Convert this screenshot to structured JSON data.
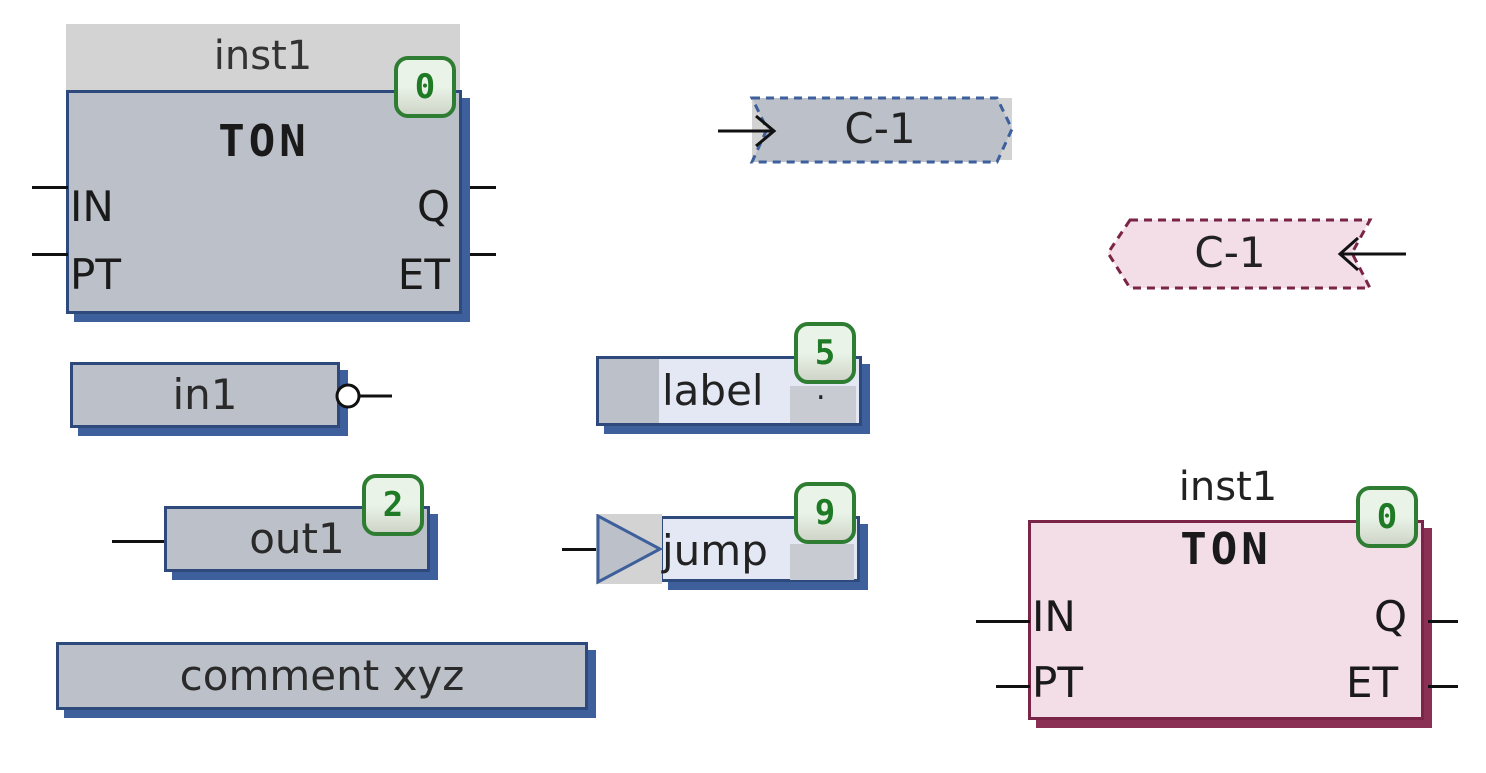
{
  "blocks": {
    "ton_blue": {
      "instance": "inst1",
      "type": "TON",
      "badge": "0",
      "inputs": [
        "IN",
        "PT"
      ],
      "outputs": [
        "Q",
        "ET"
      ]
    },
    "ton_pink": {
      "instance": "inst1",
      "type": "TON",
      "badge": "0",
      "inputs": [
        "IN",
        "PT"
      ],
      "outputs": [
        "Q",
        "ET"
      ]
    }
  },
  "connectors": {
    "continuation": "C-1",
    "connector": "C-1"
  },
  "variables": {
    "input": "in1",
    "output": "out1",
    "output_badge": "2"
  },
  "label_block": {
    "text": "label",
    "badge": "5",
    "marker": "."
  },
  "jump_block": {
    "text": "jump",
    "badge": "9"
  },
  "comment": {
    "text": "comment xyz"
  },
  "colors": {
    "blue_fill": "#bcc0c9",
    "blue_border": "#2e4a7c",
    "pink_fill": "#f3dde6",
    "pink_border": "#7a2447",
    "badge_green": "#2e7d32"
  }
}
